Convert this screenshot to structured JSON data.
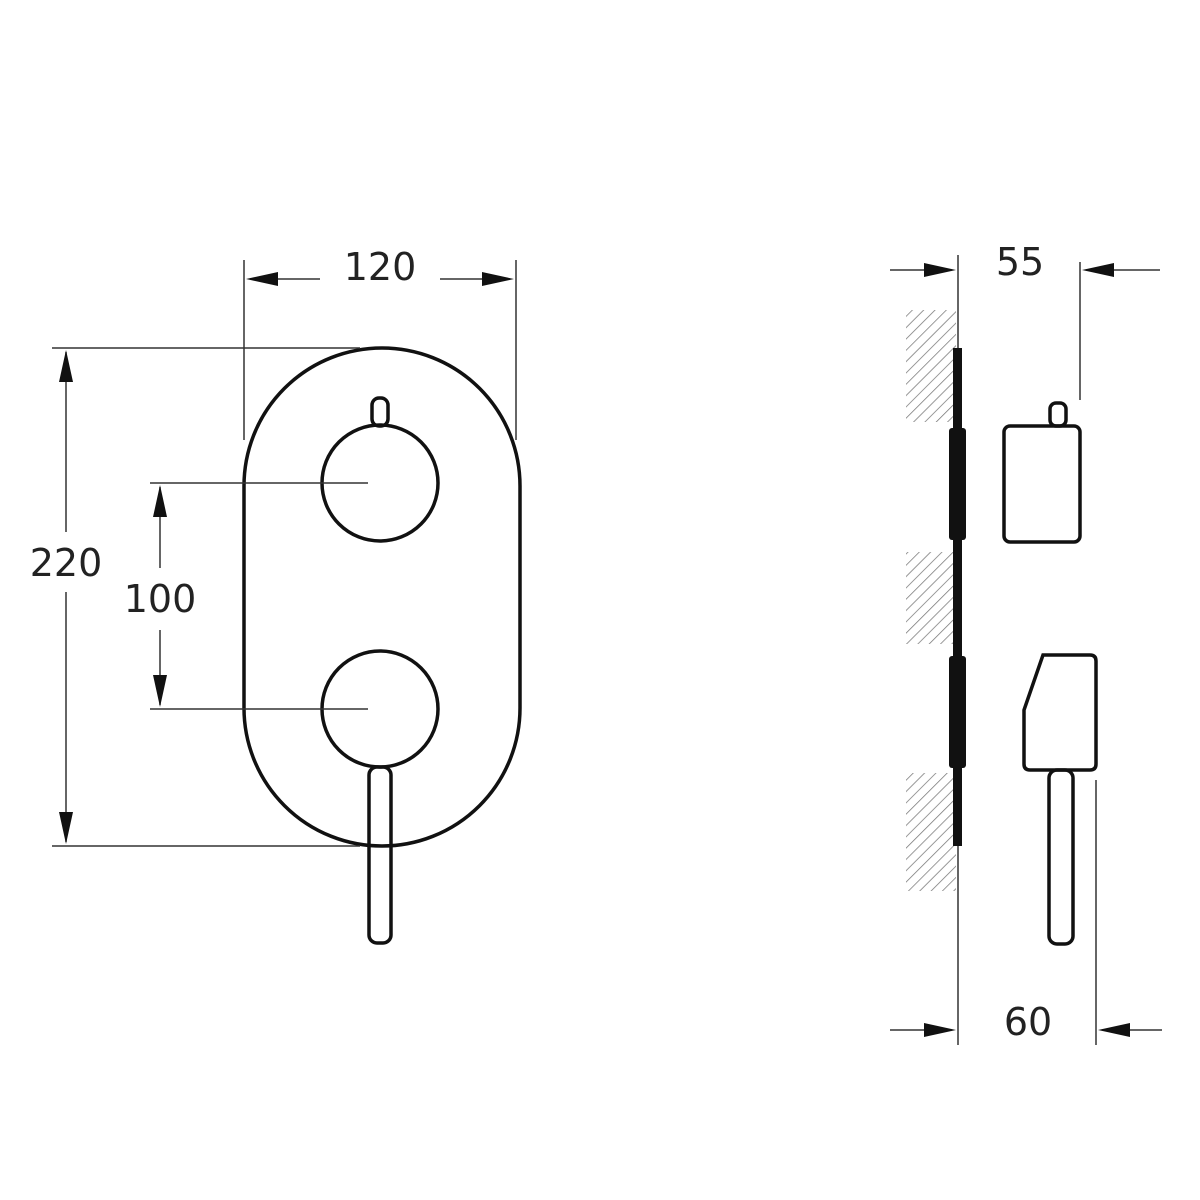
{
  "front_view": {
    "width_label": "120",
    "height_label": "220",
    "spacing_label": "100"
  },
  "side_view": {
    "depth_top_label": "55",
    "depth_bottom_label": "60"
  },
  "colors": {
    "line": "#111111",
    "hatch": "#777777",
    "background": "#ffffff"
  }
}
